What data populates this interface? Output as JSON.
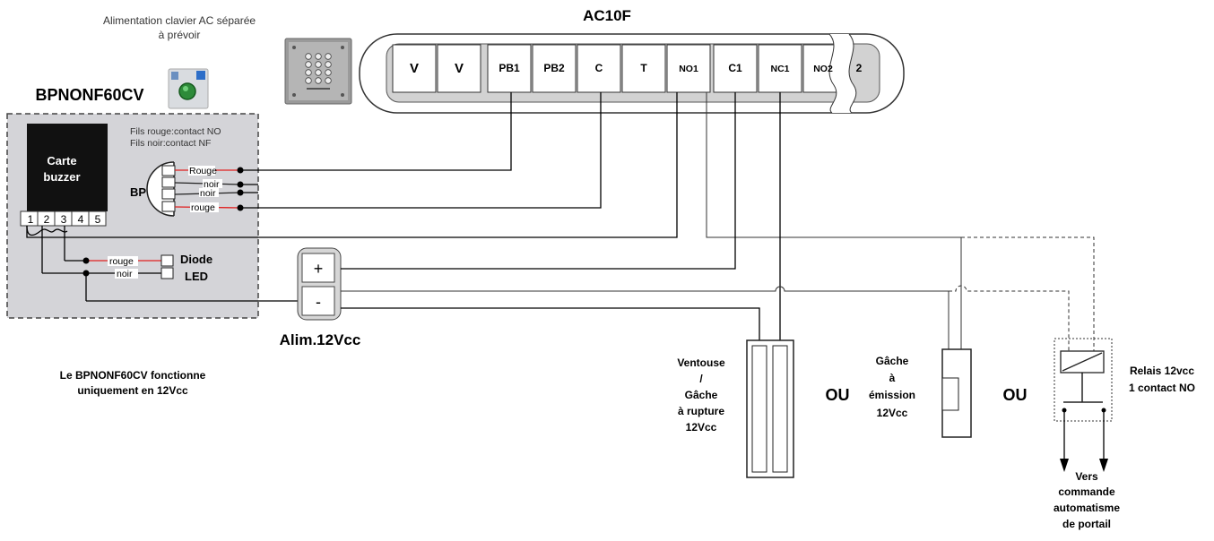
{
  "power_note": [
    "Alimentation clavier AC séparée",
    "à prévoir"
  ],
  "bp_module": {
    "title": "BPNONF60CV",
    "wire_legend": [
      "Fils rouge:contact NO",
      "Fils noir:contact NF"
    ],
    "board_label": [
      "Carte",
      "buzzer"
    ],
    "board_terminals": [
      "1",
      "2",
      "3",
      "4",
      "5"
    ],
    "button_label": "BP",
    "button_wires": [
      "Rouge",
      "noir",
      "noir",
      "rouge"
    ],
    "led_wires": [
      "rouge",
      "noir"
    ],
    "led_label": [
      "Diode",
      "LED"
    ]
  },
  "controller": {
    "title": "AC10F",
    "terminals": [
      "V",
      "V",
      "PB1",
      "PB2",
      "C",
      "T",
      "NO1",
      "C1",
      "NC1",
      "NO2",
      "2"
    ]
  },
  "power_supply": {
    "label": "Alim.12Vcc",
    "plus": "+",
    "minus": "-"
  },
  "bp_note": [
    "Le BPNONF60CV fonctionne",
    "uniquement en 12Vcc"
  ],
  "ventouse_label": [
    "Ventouse",
    "/",
    "Gâche",
    "à rupture",
    "12Vcc"
  ],
  "or_labels": [
    "OU",
    "OU"
  ],
  "gache_label": [
    "Gâche",
    "à",
    "émission",
    "12Vcc"
  ],
  "relay_label": [
    "Relais 12vcc",
    "1 contact NO"
  ],
  "relay_output_label": [
    "Vers",
    "commande",
    "automatisme",
    "de portail"
  ],
  "colors": {
    "red_wire": "#e02020",
    "panel_grey": "#d4d4d8",
    "strip_grey": "#d2d2d2",
    "board_black": "#111111"
  }
}
